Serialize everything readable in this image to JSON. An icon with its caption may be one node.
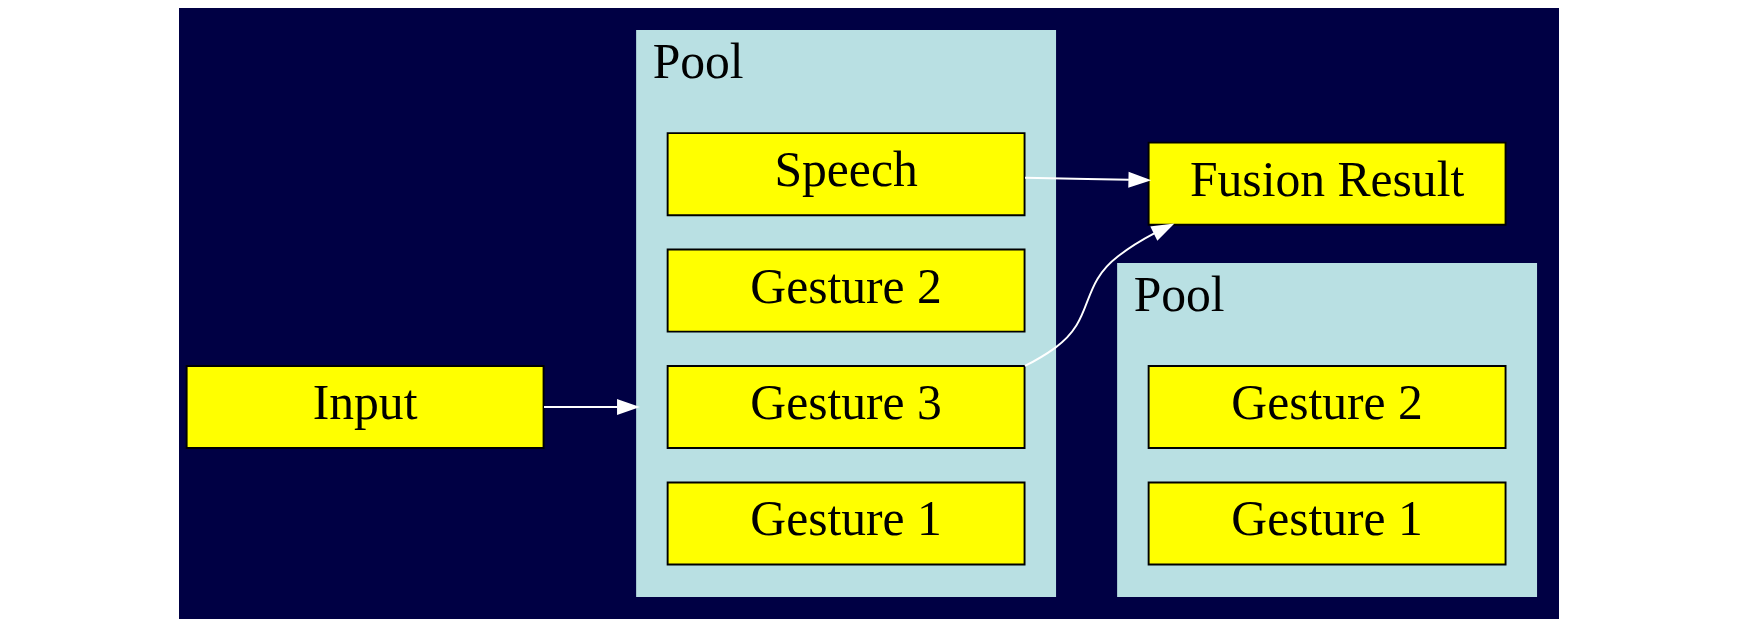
{
  "diagram": {
    "nodes": [
      {
        "text": [
          "Input"
        ]
      },
      {
        "text": [
          "Pool"
        ]
      },
      {
        "text": [
          "Gesture 3"
        ],
        "in": 1
      },
      {
        "text": [
          "Gesture 2"
        ],
        "in": 1
      },
      {
        "text": [
          "Speech"
        ],
        "in": 1
      },
      {
        "text": [
          "Gesture 1"
        ],
        "in": 1
      },
      {
        "text": [
          "Fusion Result"
        ]
      },
      {
        "text": [
          "Pool"
        ]
      },
      {
        "text": [
          "Gesture 2"
        ],
        "in": 7
      },
      {
        "text": [
          "Gesture 1"
        ],
        "in": 7
      }
    ],
    "edges": [
      {
        "from": 0,
        "to": 1,
        "arrow": "to"
      },
      {
        "from": 2,
        "to": 6,
        "arrow": "to"
      },
      {
        "from": 4,
        "to": 6,
        "arrow": "to"
      }
    ]
  }
}
